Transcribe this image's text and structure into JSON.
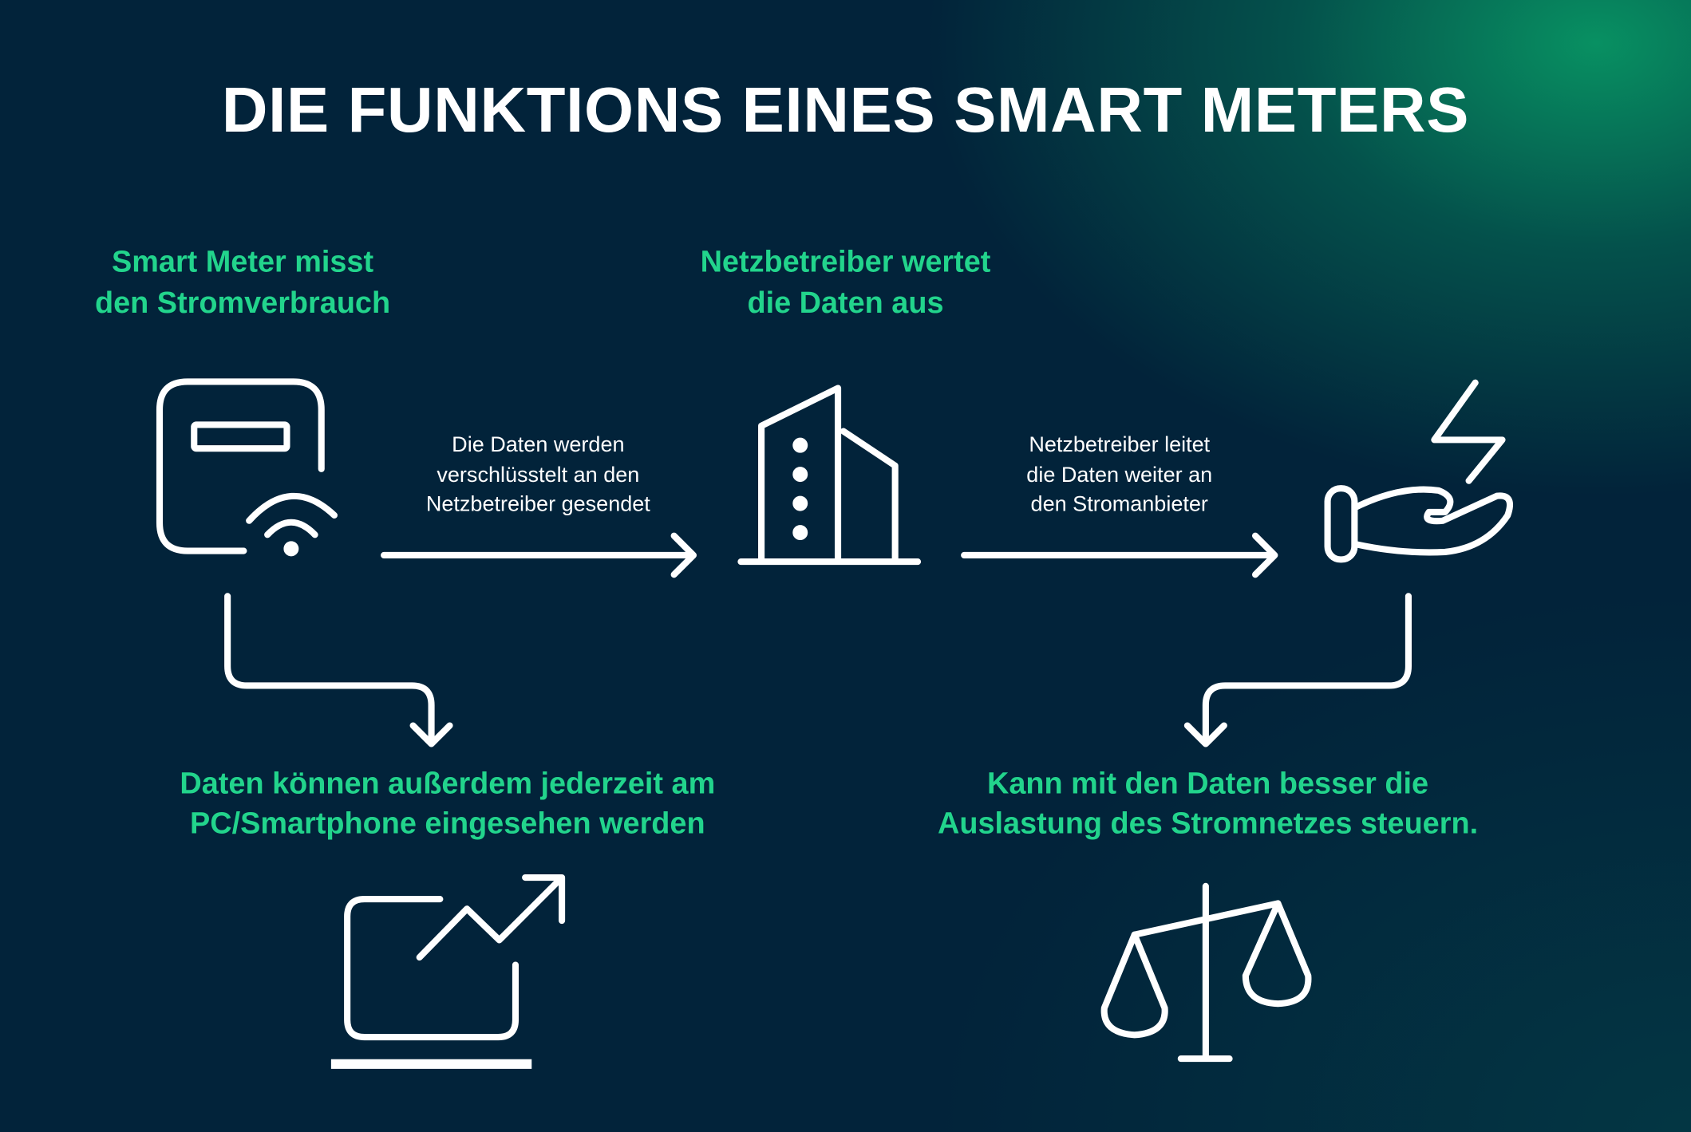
{
  "title": "DIE FUNKTIONS EINES SMART METERS",
  "steps": {
    "meter": {
      "line1": "Smart Meter misst",
      "line2": "den Stromverbrauch"
    },
    "operator": {
      "line1": "Netzbetreiber wertet",
      "line2": "die Daten aus"
    },
    "pc": {
      "line1": "Daten können außerdem jederzeit am",
      "line2": "PC/Smartphone eingesehen werden"
    },
    "grid": {
      "line1": "Kann mit den Daten besser die",
      "line2": "Auslastung des Stromnetzes steuern."
    }
  },
  "arrows": {
    "to_operator": {
      "line1": "Die Daten werden",
      "line2": "verschlüsstelt an den",
      "line3": "Netzbetreiber gesendet"
    },
    "to_supplier": {
      "line1": "Netzbetreiber leitet",
      "line2": "die Daten weiter an",
      "line3": "den Stromanbieter"
    }
  },
  "colors": {
    "background": "#02233a",
    "accent": "#22d48c",
    "glow": "#08966a",
    "icon": "#ffffff"
  }
}
